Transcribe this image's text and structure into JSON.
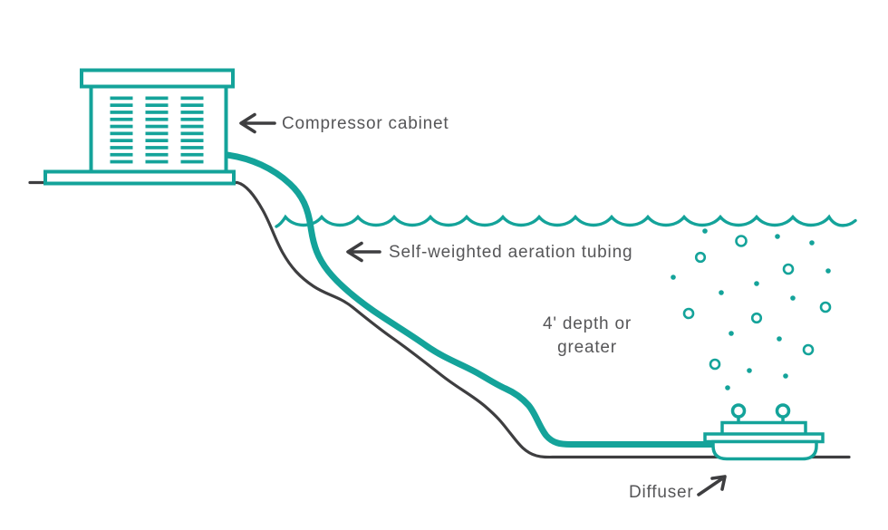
{
  "diagram": {
    "labels": {
      "compressor": "Compressor cabinet",
      "tubing": "Self-weighted aeration tubing",
      "depth": "4' depth or\ngreater",
      "diffuser": "Diffuser"
    },
    "colors": {
      "teal": "#14A39A",
      "line_dark": "#3E3E40",
      "text": "#565658",
      "background": "#FFFFFF"
    }
  }
}
